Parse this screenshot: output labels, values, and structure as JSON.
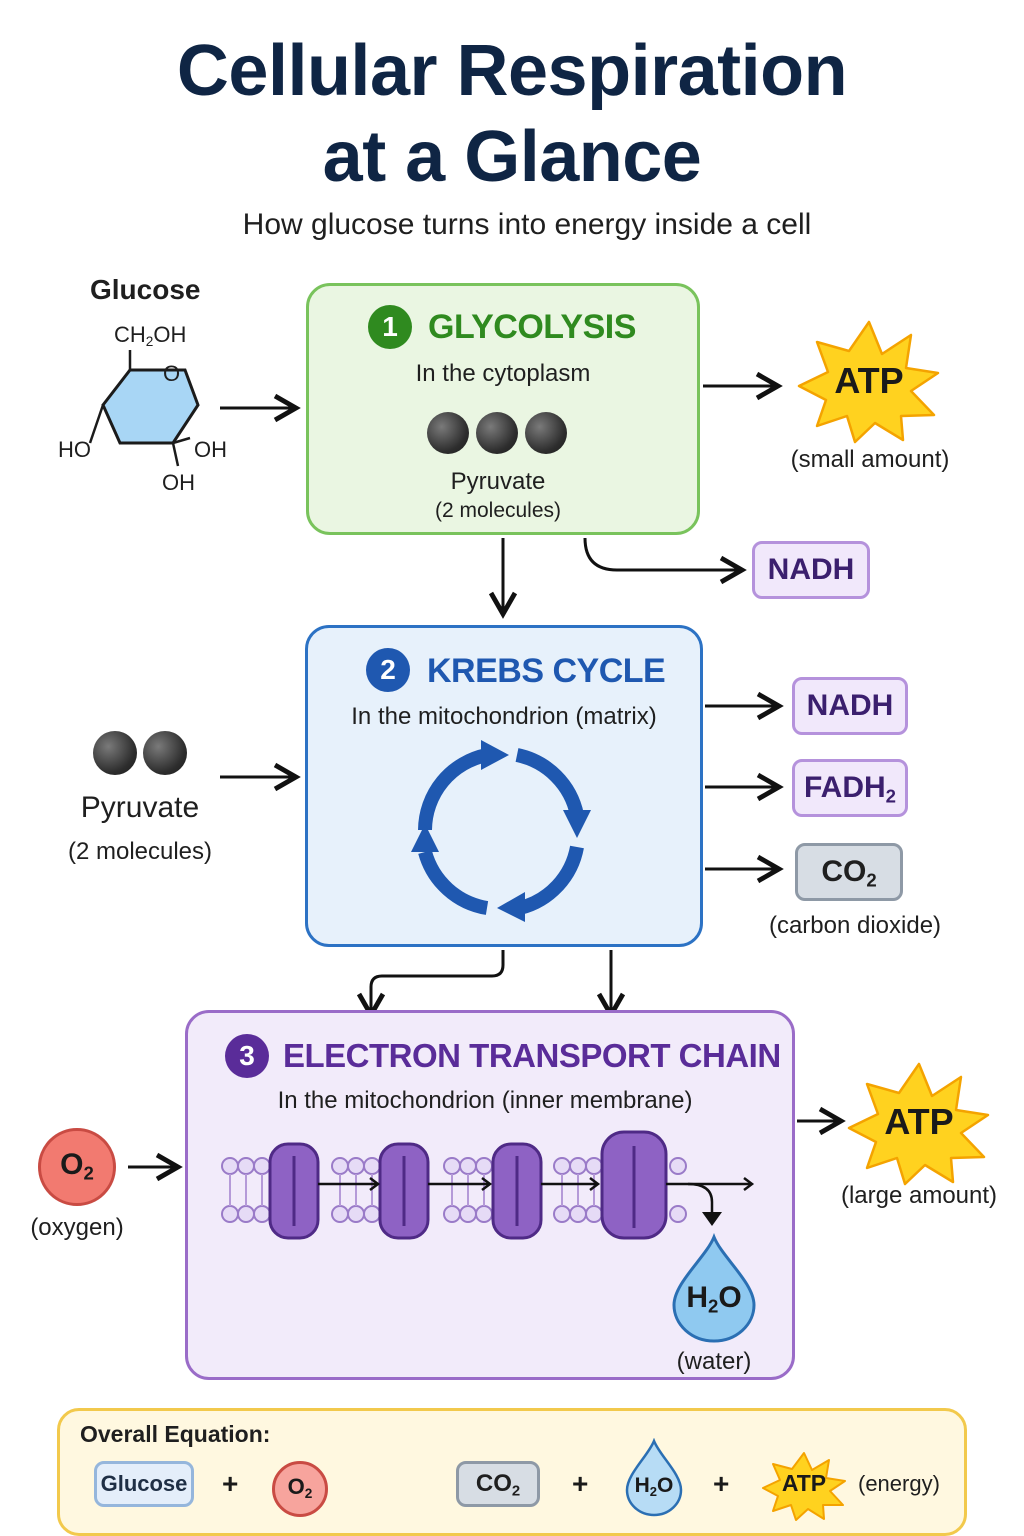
{
  "title": {
    "line1": "Cellular Respiration",
    "line2": "at a Glance"
  },
  "subtitle": "How glucose turns into energy inside a cell",
  "glucose": {
    "label": "Glucose",
    "ch2oh": "CH",
    "ch2oh_sub": "2",
    "ch2oh_end": "OH",
    "o": "O",
    "ho": "HO",
    "oh_right": "OH",
    "oh_bottom": "OH"
  },
  "stage1": {
    "number": "1",
    "title": "GLYCOLYSIS",
    "location": "In the cytoplasm",
    "product_label": "Pyruvate",
    "product_count": "(2 molecules)",
    "atp": "ATP",
    "atp_note": "(small amount)",
    "nadh": "NADH"
  },
  "stage2": {
    "number": "2",
    "title": "KREBS CYCLE",
    "location": "In the mitochondrion (matrix)",
    "input_label": "Pyruvate",
    "input_count": "(2 molecules)",
    "nadh": "NADH",
    "fadh": "FADH",
    "fadh_sub": "2",
    "co": "CO",
    "co_sub": "2",
    "co2_note": "(carbon dioxide)"
  },
  "stage3": {
    "number": "3",
    "title": "ELECTRON TRANSPORT CHAIN",
    "location": "In the mitochondrion (inner membrane)",
    "o": "O",
    "o_sub": "2",
    "oxygen_note": "(oxygen)",
    "h": "H",
    "h_sub": "2",
    "h_end": "O",
    "water_note": "(water)",
    "atp": "ATP",
    "atp_note": "(large amount)"
  },
  "equation": {
    "label": "Overall Equation:",
    "glucose": "Glucose",
    "plus": "+",
    "o": "O",
    "o_sub": "2",
    "co": "CO",
    "co_sub": "2",
    "h": "H",
    "h_sub": "2",
    "h_end": "O",
    "atp": "ATP",
    "energy": "(energy)"
  },
  "colors": {
    "green": "#79c35c",
    "green_text": "#2f8a1f",
    "blue": "#2c72c4",
    "purple": "#6a3aa8",
    "atp_yellow": "#ffd21f",
    "oxygen_red": "#f27a70",
    "water_blue": "#8fc9f0"
  }
}
